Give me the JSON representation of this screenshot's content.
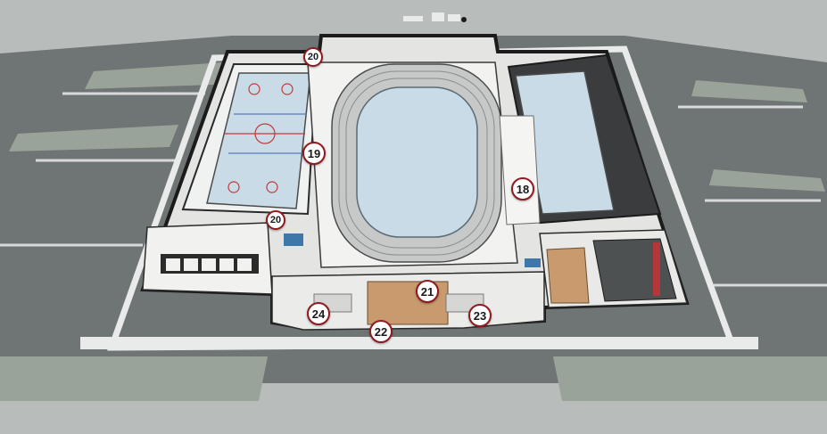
{
  "markers": [
    {
      "id": "m20a",
      "label": "20"
    },
    {
      "id": "m19",
      "label": "19"
    },
    {
      "id": "m20b",
      "label": "20"
    },
    {
      "id": "m18",
      "label": "18"
    },
    {
      "id": "m21",
      "label": "21"
    },
    {
      "id": "m24",
      "label": "24"
    },
    {
      "id": "m23",
      "label": "23"
    },
    {
      "id": "m22",
      "label": "22"
    }
  ],
  "colors": {
    "marker_ring": "#8e1b1f",
    "ice": "#c9dbe6",
    "wall": "#1b1b1b",
    "ground": "#b9bdbd",
    "pavement": "#6f7474",
    "floor": "#e4e4e2",
    "wood": "#c89a6e"
  }
}
